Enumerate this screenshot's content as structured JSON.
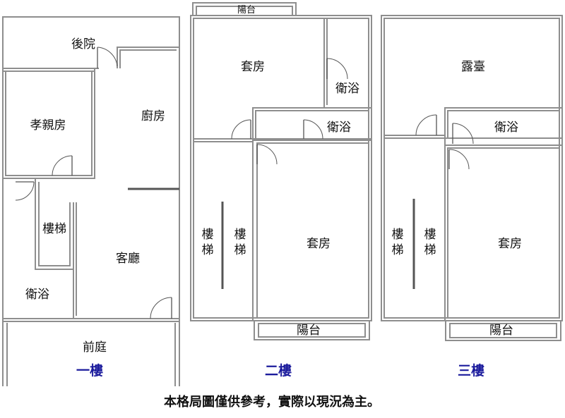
{
  "floors": {
    "first": {
      "label": "一樓",
      "rooms": {
        "backyard": "後院",
        "elder_room": "孝親房",
        "kitchen": "廚房",
        "stairs": "樓梯",
        "living_room": "客廳",
        "bathroom": "衛浴",
        "front_yard": "前庭"
      }
    },
    "second": {
      "label": "二樓",
      "rooms": {
        "balcony_top": "陽台",
        "suite_top": "套房",
        "bath_right": "衛浴",
        "bath_middle": "衛浴",
        "stairs_a": "樓\n梯",
        "stairs_b": "樓\n梯",
        "suite_main": "套房",
        "balcony_bottom": "陽台"
      }
    },
    "third": {
      "label": "三樓",
      "rooms": {
        "terrace": "露臺",
        "bathroom": "衛浴",
        "stairs_a": "樓\n梯",
        "stairs_b": "樓\n梯",
        "suite": "套房",
        "balcony": "陽台"
      }
    }
  },
  "disclaimer": "本格局圖僅供參考，實際以現況為主。"
}
